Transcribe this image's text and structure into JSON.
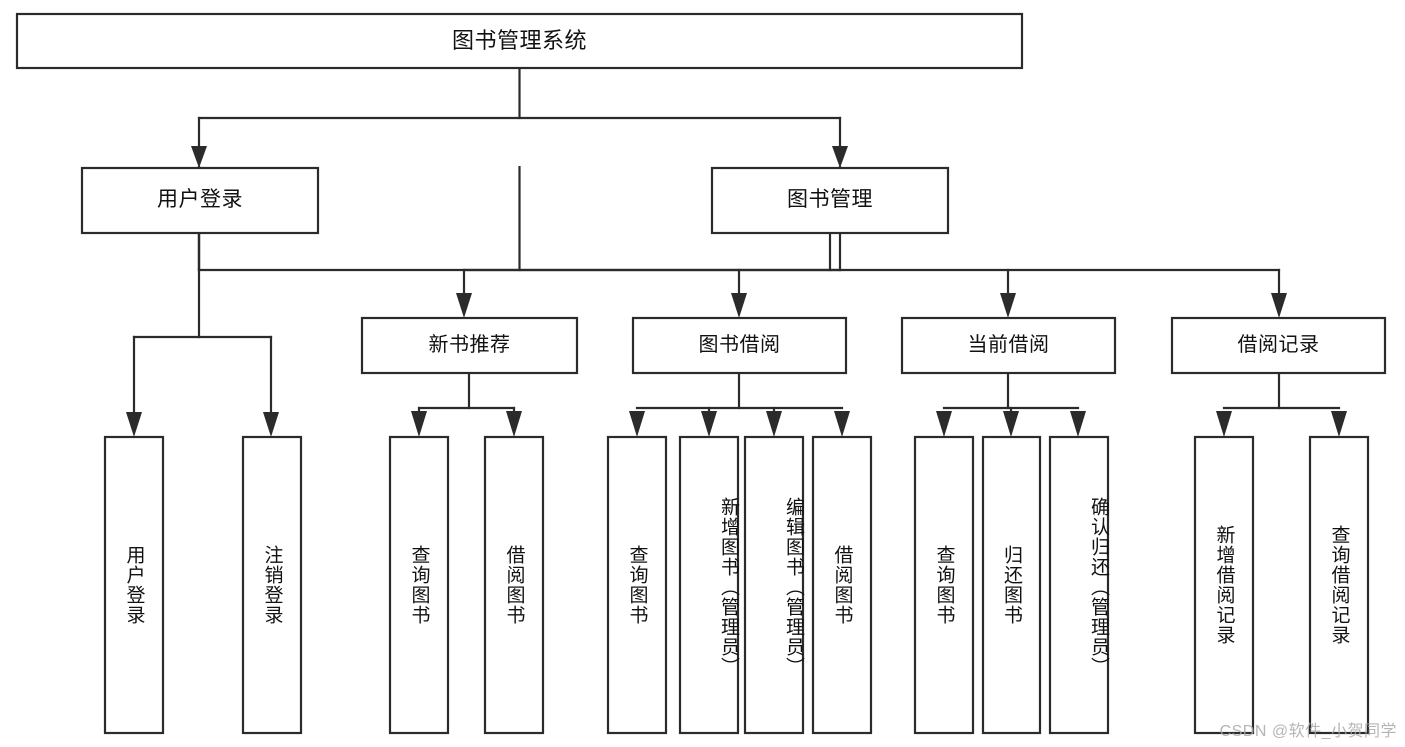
{
  "diagram": {
    "type": "hierarchy-tree",
    "title": "图书管理系统",
    "watermark": "CSDN @软件_小贺同学",
    "colors": {
      "stroke": "#2b2b2b",
      "fill": "#ffffff",
      "text": "#111111",
      "watermark": "#a9a9a9",
      "background": "#ffffff"
    },
    "levels": {
      "root": "图书管理系统",
      "level2": [
        "用户登录",
        "图书管理"
      ],
      "level3": [
        "新书推荐",
        "图书借阅",
        "当前借阅",
        "借阅记录"
      ]
    },
    "nodes": {
      "root": {
        "label": "图书管理系统"
      },
      "user_login": {
        "label": "用户登录"
      },
      "book_manage": {
        "label": "图书管理"
      },
      "new_book_rec": {
        "label": "新书推荐"
      },
      "book_borrow": {
        "label": "图书借阅"
      },
      "current_borrow": {
        "label": "当前借阅"
      },
      "borrow_record": {
        "label": "借阅记录"
      },
      "leaf_user_login": {
        "label": "用户登录"
      },
      "leaf_logout": {
        "label": "注销登录"
      },
      "leaf_query_book_1": {
        "label": "查询图书"
      },
      "leaf_borrow_book_1": {
        "label": "借阅图书"
      },
      "leaf_query_book_2": {
        "label": "查询图书"
      },
      "leaf_add_book": {
        "label": "新增图书（管理员）"
      },
      "leaf_edit_book": {
        "label": "编辑图书（管理员）"
      },
      "leaf_borrow_book_2": {
        "label": "借阅图书"
      },
      "leaf_query_book_3": {
        "label": "查询图书"
      },
      "leaf_return_book": {
        "label": "归还图书"
      },
      "leaf_confirm_return": {
        "label": "确认归还（管理员）"
      },
      "leaf_add_record": {
        "label": "新增借阅记录"
      },
      "leaf_query_record": {
        "label": "查询借阅记录"
      }
    },
    "edges": [
      {
        "from": "图书管理系统",
        "to": "用户登录"
      },
      {
        "from": "图书管理系统",
        "to": "图书管理"
      },
      {
        "from": "用户登录",
        "to": "用户登录"
      },
      {
        "from": "用户登录",
        "to": "注销登录"
      },
      {
        "from": "图书管理",
        "to": "新书推荐"
      },
      {
        "from": "图书管理",
        "to": "图书借阅"
      },
      {
        "from": "图书管理",
        "to": "当前借阅"
      },
      {
        "from": "图书管理",
        "to": "借阅记录"
      },
      {
        "from": "新书推荐",
        "to": "查询图书"
      },
      {
        "from": "新书推荐",
        "to": "借阅图书"
      },
      {
        "from": "图书借阅",
        "to": "查询图书"
      },
      {
        "from": "图书借阅",
        "to": "新增图书（管理员）"
      },
      {
        "from": "图书借阅",
        "to": "编辑图书（管理员）"
      },
      {
        "from": "图书借阅",
        "to": "借阅图书"
      },
      {
        "from": "当前借阅",
        "to": "查询图书"
      },
      {
        "from": "当前借阅",
        "to": "归还图书"
      },
      {
        "from": "当前借阅",
        "to": "确认归还（管理员）"
      },
      {
        "from": "借阅记录",
        "to": "新增借阅记录"
      },
      {
        "from": "借阅记录",
        "to": "查询借阅记录"
      }
    ]
  }
}
